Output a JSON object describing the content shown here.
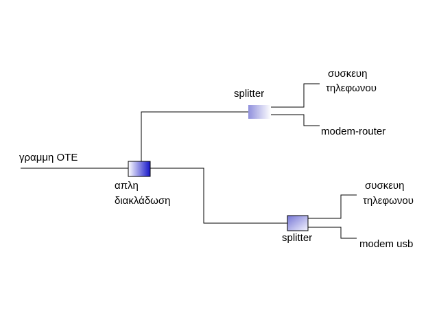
{
  "labels": {
    "line_in": "γραμμη ΟΤΕ",
    "junction_line1": "απλη",
    "junction_line2": "διακλάδωση",
    "splitter_top": "splitter",
    "splitter_bottom": "splitter",
    "phone_top_line1": "συσκευη",
    "phone_top_line2": "τηλεφωνου",
    "modem_router": "modem-router",
    "phone_bottom_line1": "συσκευη",
    "phone_bottom_line2": "τηλεφωνου",
    "modem_usb": "modem usb"
  },
  "colors": {
    "junction_dark": "#1414c8",
    "junction_light": "#ffffff",
    "splitter_top_dark": "#9090dc",
    "splitter_top_light": "#ffffff",
    "splitter_bottom_dark": "#7474d4",
    "splitter_bottom_light": "#f4f4ff"
  }
}
